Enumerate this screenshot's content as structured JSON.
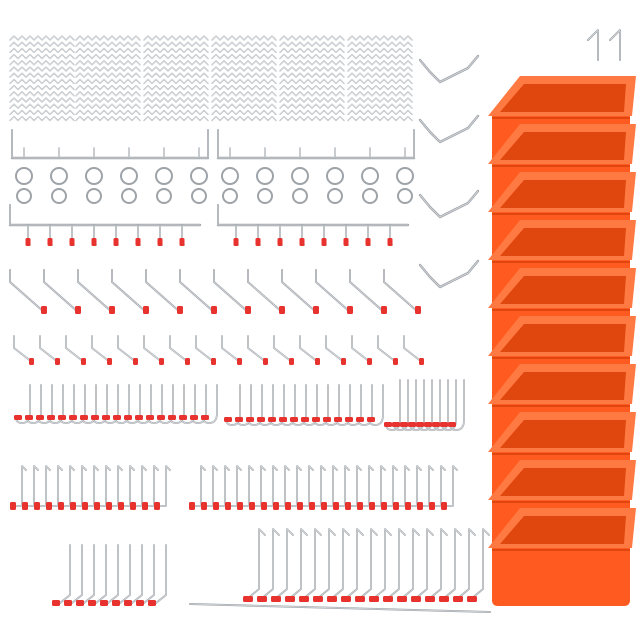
{
  "product_photo": {
    "colors": {
      "background": "#ffffff",
      "bin": "#ff5a1f",
      "bin_dark": "#e0470f",
      "bin_light": "#ff7a42",
      "metal": "#9ea3a8",
      "metal_light": "#d9dcdf",
      "cap": "#e8322e"
    },
    "groups": [
      {
        "name": "pegboard-clips",
        "count": 6
      },
      {
        "name": "ring-hook-bars",
        "count": 2
      },
      {
        "name": "multi-prong-bars",
        "count": 2
      },
      {
        "name": "long-straight-hooks",
        "count": 12
      },
      {
        "name": "short-straight-hooks",
        "count": 16
      },
      {
        "name": "j-hooks",
        "count": 3
      },
      {
        "name": "l-hooks",
        "count": 3
      },
      {
        "name": "angled-hooks",
        "count": 2
      },
      {
        "name": "u-bracket-hooks",
        "count": 4
      },
      {
        "name": "storage-bins",
        "count": 10
      }
    ]
  }
}
